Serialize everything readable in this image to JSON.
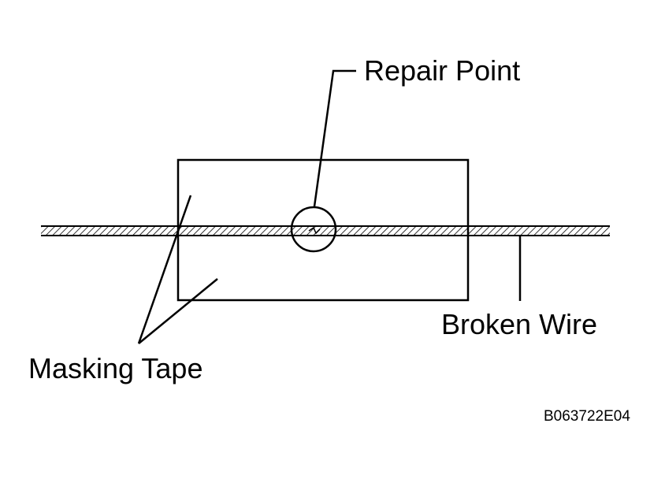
{
  "labels": {
    "repair_point": "Repair Point",
    "broken_wire": "Broken Wire",
    "masking_tape": "Masking Tape",
    "figure_code": "B063722E04"
  },
  "colors": {
    "stroke": "#000000",
    "background": "#ffffff"
  }
}
